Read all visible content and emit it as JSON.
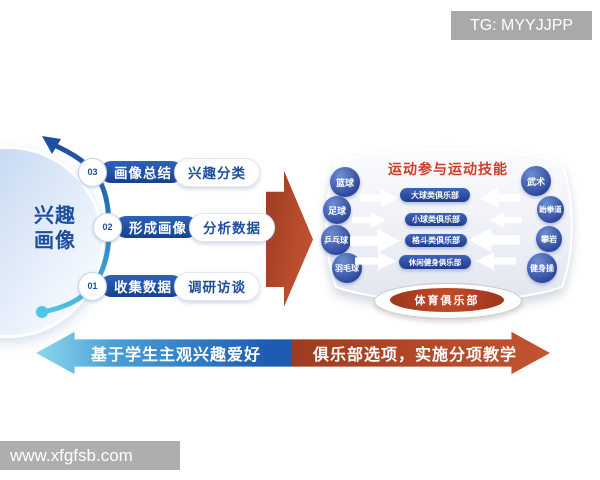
{
  "watermarks": {
    "top_right": "TG: MYYJJPP",
    "bottom_left": "www.xfgfsb.com"
  },
  "left_flow": {
    "label_line1": "兴趣",
    "label_line2": "画像",
    "steps": [
      {
        "num": "01",
        "action": "收集数据",
        "method": "调研访谈"
      },
      {
        "num": "02",
        "action": "形成画像",
        "method": "分析数据"
      },
      {
        "num": "03",
        "action": "画像总结",
        "method": "兴趣分类"
      }
    ]
  },
  "panel": {
    "title": "运动参与运动技能",
    "left_sports": [
      "篮球",
      "足球",
      "乒乓球",
      "羽毛球"
    ],
    "right_sports": [
      "武术",
      "跆拳道",
      "攀岩",
      "健身操"
    ],
    "clubs": [
      "大球类俱乐部",
      "小球类俱乐部",
      "格斗类俱乐部",
      "休闲健身俱乐部"
    ],
    "footer": "体育俱乐部"
  },
  "bottom_axis": {
    "left_text": "基于学生主观兴趣爱好",
    "right_text": "俱乐部选项，实施分项教学"
  },
  "colors": {
    "accent_blue": "#1d4e9e",
    "accent_teal": "#4cc4e7",
    "accent_red": "#c0452a",
    "panel_bg": "#e9ecf3",
    "bubble_blue": "#2b479c",
    "watermark_gray": "#a9a9a9"
  }
}
